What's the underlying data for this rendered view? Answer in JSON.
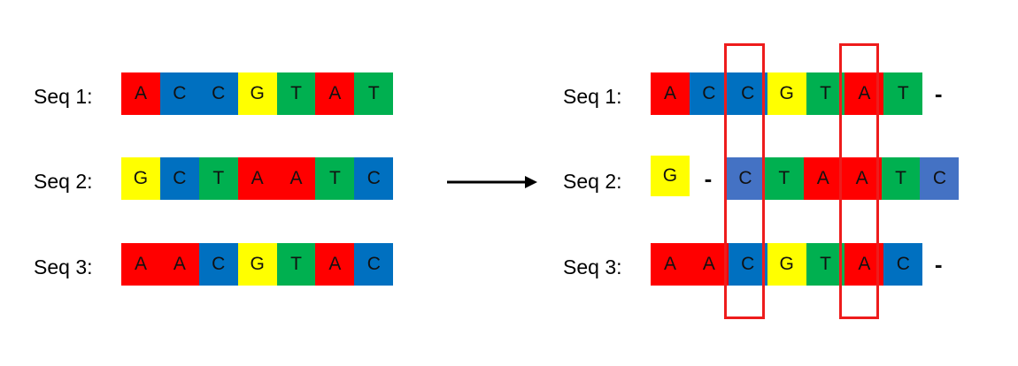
{
  "colors": {
    "A": "#ff0000",
    "C": "#0070c0",
    "G": "#ffff00",
    "T": "#00b050",
    "C_light": "#4472c4",
    "highlight": "#ee1c1c"
  },
  "left": {
    "rows": [
      {
        "label": "Seq 1:",
        "bases": [
          "A",
          "C",
          "C",
          "G",
          "T",
          "A",
          "T"
        ]
      },
      {
        "label": "Seq 2:",
        "bases": [
          "G",
          "C",
          "T",
          "A",
          "A",
          "T",
          "C"
        ]
      },
      {
        "label": "Seq 3:",
        "bases": [
          "A",
          "A",
          "C",
          "G",
          "T",
          "A",
          "C"
        ]
      }
    ]
  },
  "right": {
    "rows": [
      {
        "label": "Seq 1:",
        "bases": [
          "A",
          "C",
          "C",
          "G",
          "T",
          "A",
          "T",
          "-"
        ]
      },
      {
        "label": "Seq 2:",
        "bases": [
          "G",
          "-",
          "C",
          "T",
          "A",
          "A",
          "T",
          "C"
        ]
      },
      {
        "label": "Seq 3:",
        "bases": [
          "A",
          "A",
          "C",
          "G",
          "T",
          "A",
          "C",
          "-"
        ]
      }
    ]
  }
}
